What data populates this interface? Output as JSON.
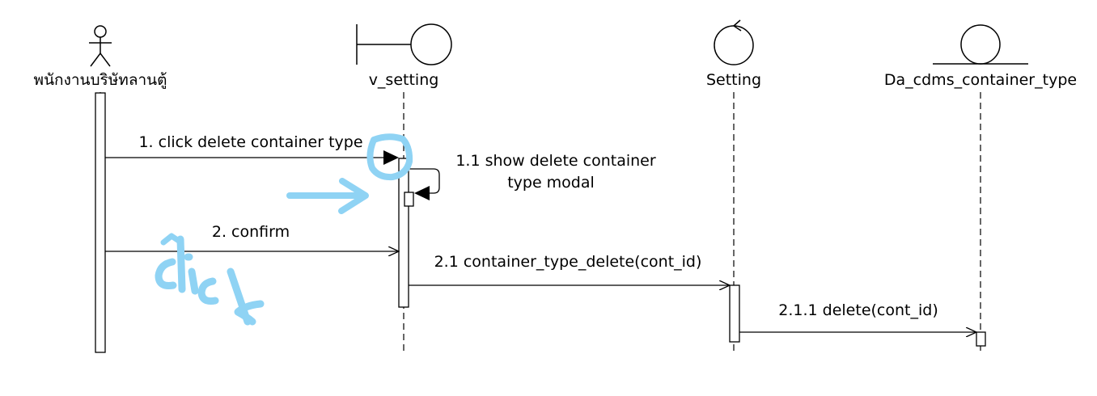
{
  "participants": {
    "actor": {
      "name": "พนักงานบริษัทลานตู้",
      "icon": "stick-figure-actor-icon"
    },
    "boundary": {
      "name": "v_setting",
      "icon": "boundary-icon"
    },
    "control": {
      "name": "Setting",
      "icon": "control-icon"
    },
    "entity": {
      "name": "Da_cdms_container_type",
      "icon": "entity-icon"
    }
  },
  "messages": {
    "m1": "1. click delete container type",
    "m1_1_line1": "1.1 show delete container",
    "m1_1_line2": "type modal",
    "m2": "2. confirm",
    "m2_1": "2.1 container_type_delete(cont_id)",
    "m2_1_1": "2.1.1 delete(cont_id)"
  },
  "annotations": {
    "handwritten_word": "click",
    "highlight_color": "#8fd3f4"
  }
}
